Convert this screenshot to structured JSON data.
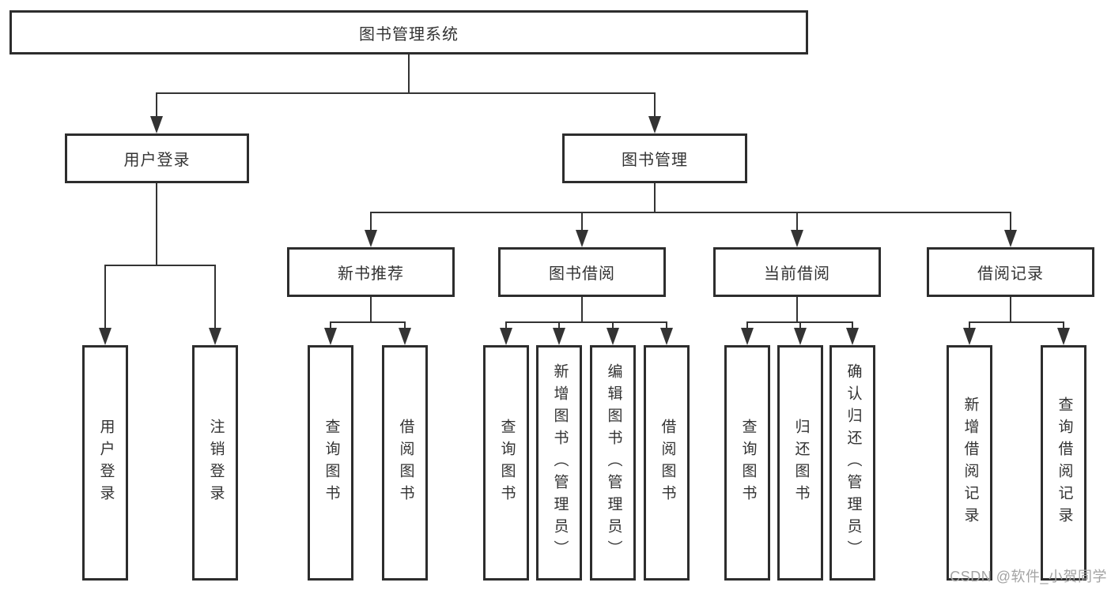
{
  "tree": {
    "label": "图书管理系统",
    "children": [
      {
        "label": "用户登录",
        "children": [
          {
            "label": "用户登录"
          },
          {
            "label": "注销登录"
          }
        ]
      },
      {
        "label": "图书管理",
        "children": [
          {
            "label": "新书推荐",
            "children": [
              {
                "label": "查询图书"
              },
              {
                "label": "借阅图书"
              }
            ]
          },
          {
            "label": "图书借阅",
            "children": [
              {
                "label": "查询图书"
              },
              {
                "label": "新增图书（管理员）"
              },
              {
                "label": "编辑图书（管理员）"
              },
              {
                "label": "借阅图书"
              }
            ]
          },
          {
            "label": "当前借阅",
            "children": [
              {
                "label": "查询图书"
              },
              {
                "label": "归还图书"
              },
              {
                "label": "确认归还（管理员）"
              }
            ]
          },
          {
            "label": "借阅记录",
            "children": [
              {
                "label": "新增借阅记录"
              },
              {
                "label": "查询借阅记录"
              }
            ]
          }
        ]
      }
    ]
  },
  "watermark": {
    "text": "CSDN @软件_小贺同学"
  },
  "colors": {
    "line": "#333333",
    "box_border": "#2d2d2d",
    "text": "#333333",
    "watermark": "#a3a3a3",
    "background": "#ffffff"
  }
}
